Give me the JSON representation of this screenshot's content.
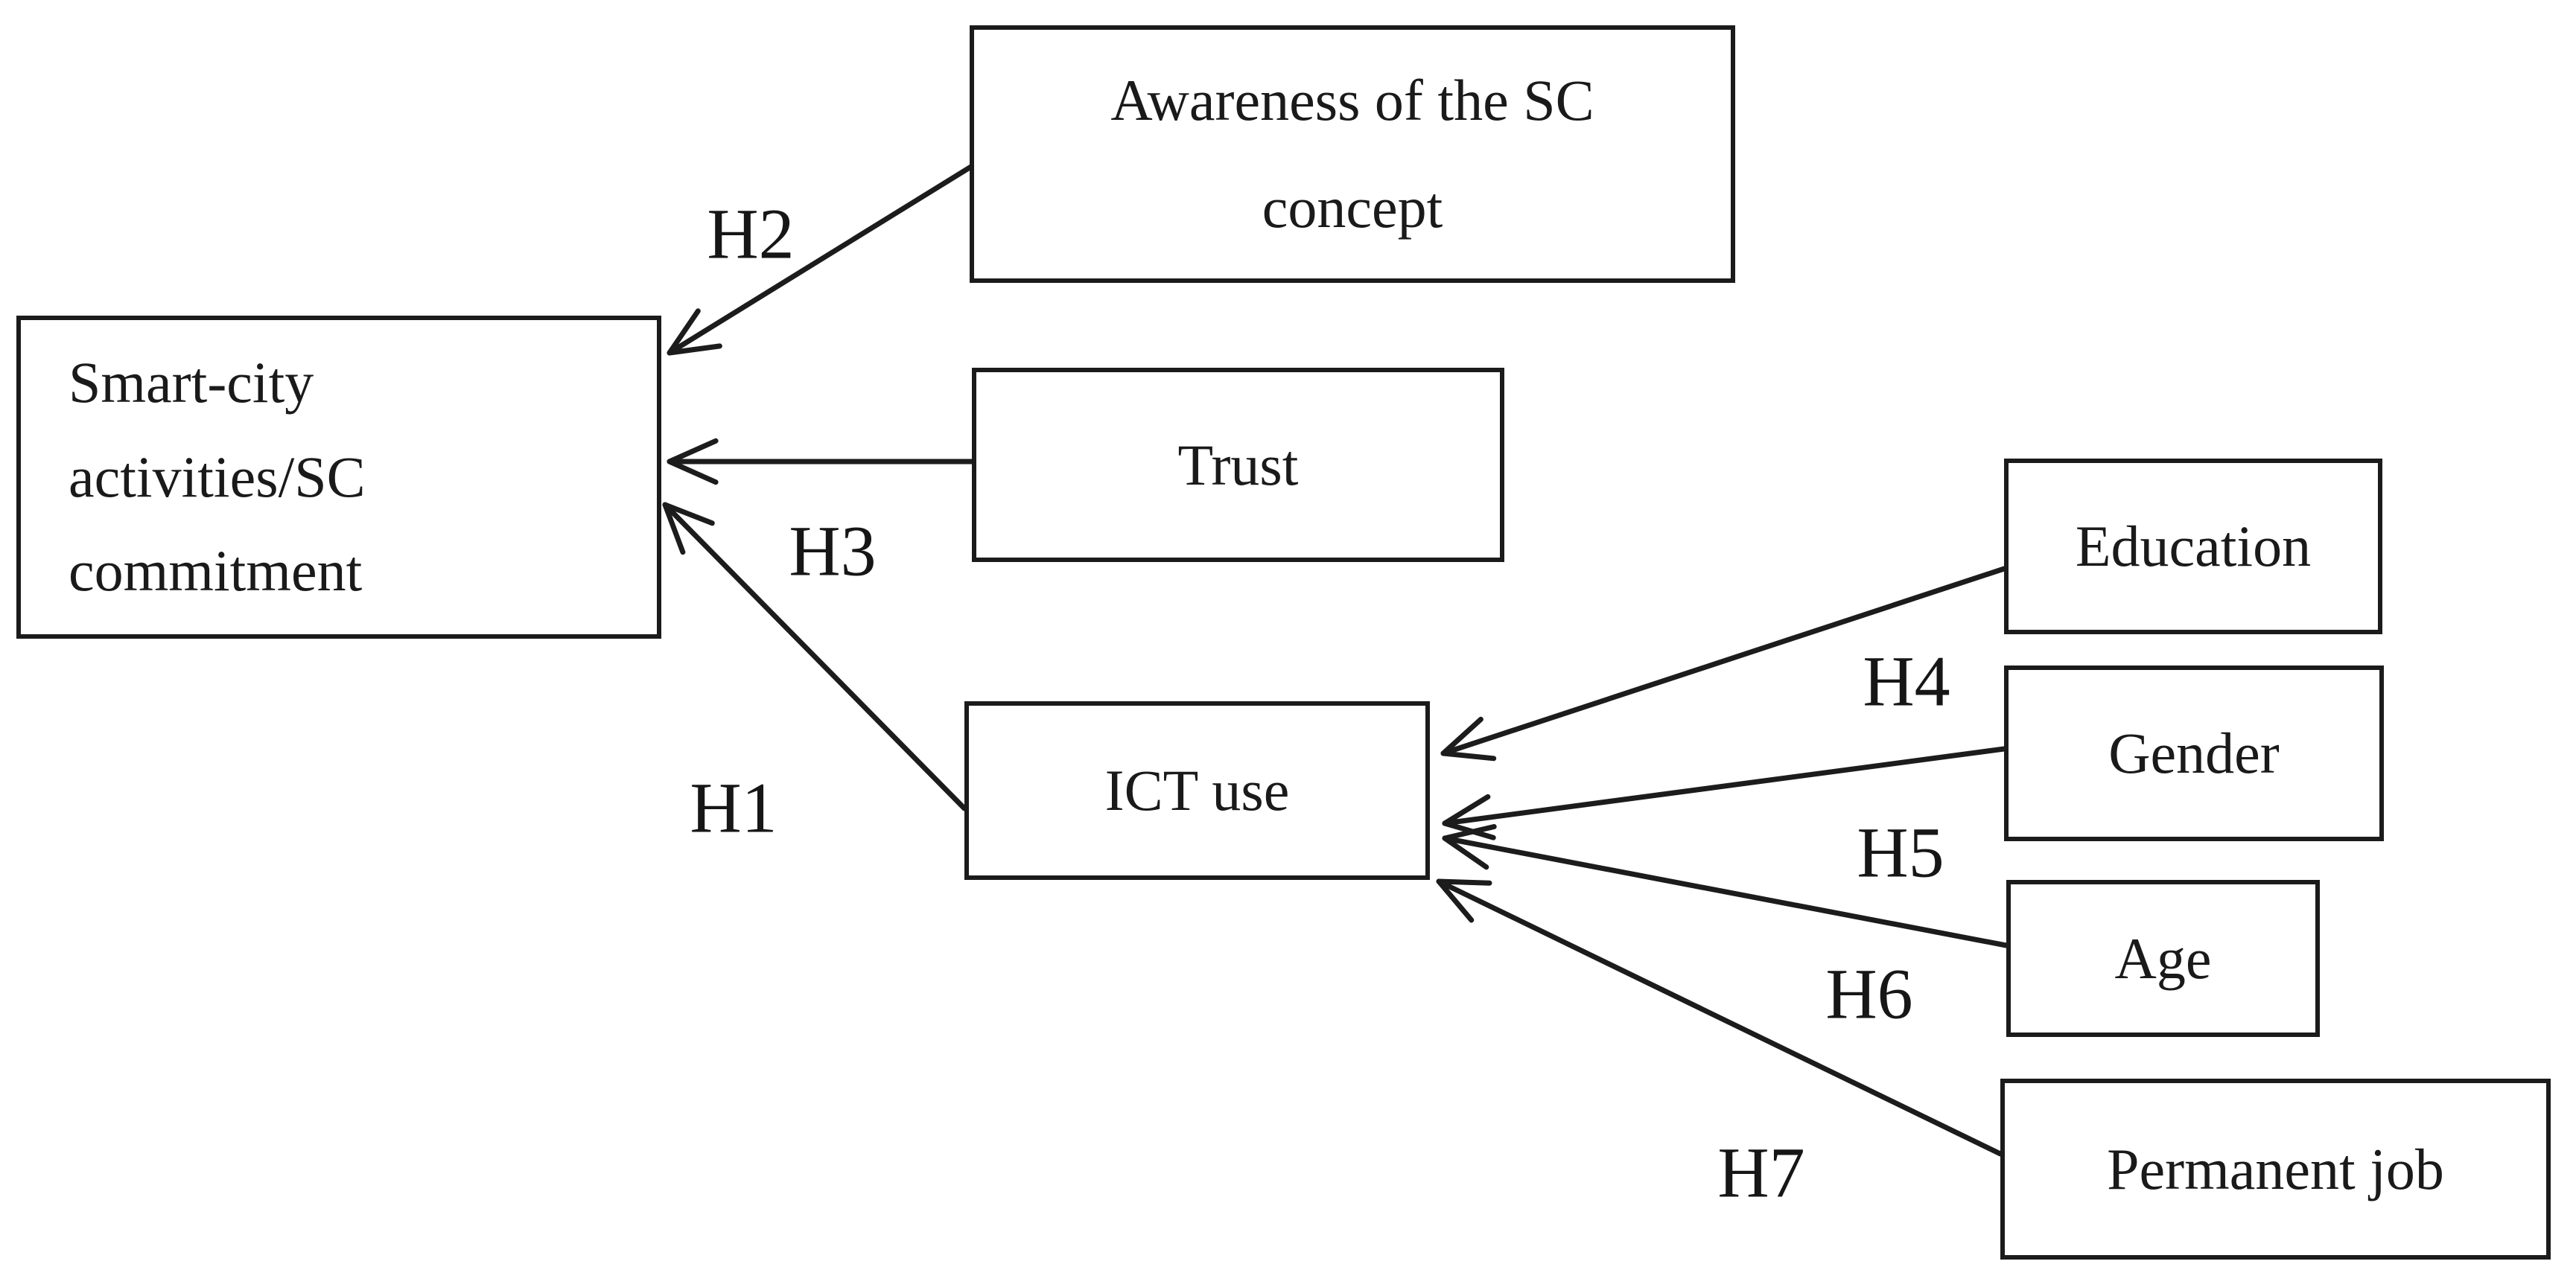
{
  "figure": {
    "background_color": "#ffffff",
    "ink_color": "#1c1c1c",
    "description": "Research model path diagram"
  },
  "nodes": {
    "smart_city": {
      "label": "Smart-city\nactivities/SC\ncommitment"
    },
    "awareness": {
      "label": "Awareness of the SC\nconcept"
    },
    "trust": {
      "label": "Trust"
    },
    "ict": {
      "label": "ICT use"
    },
    "education": {
      "label": "Education"
    },
    "gender": {
      "label": "Gender"
    },
    "age": {
      "label": "Age"
    },
    "permanent_job": {
      "label": "Permanent job"
    }
  },
  "edges": {
    "h1": {
      "label": "H1",
      "from": "ict",
      "to": "smart_city"
    },
    "h2": {
      "label": "H2",
      "from": "awareness",
      "to": "smart_city"
    },
    "h3": {
      "label": "H3",
      "from": "trust",
      "to": "smart_city"
    },
    "h4": {
      "label": "H4",
      "from": "education",
      "to": "ict"
    },
    "h5": {
      "label": "H5",
      "from": "gender",
      "to": "ict"
    },
    "h6": {
      "label": "H6",
      "from": "age",
      "to": "ict"
    },
    "h7": {
      "label": "H7",
      "from": "permanent_job",
      "to": "ict"
    }
  }
}
